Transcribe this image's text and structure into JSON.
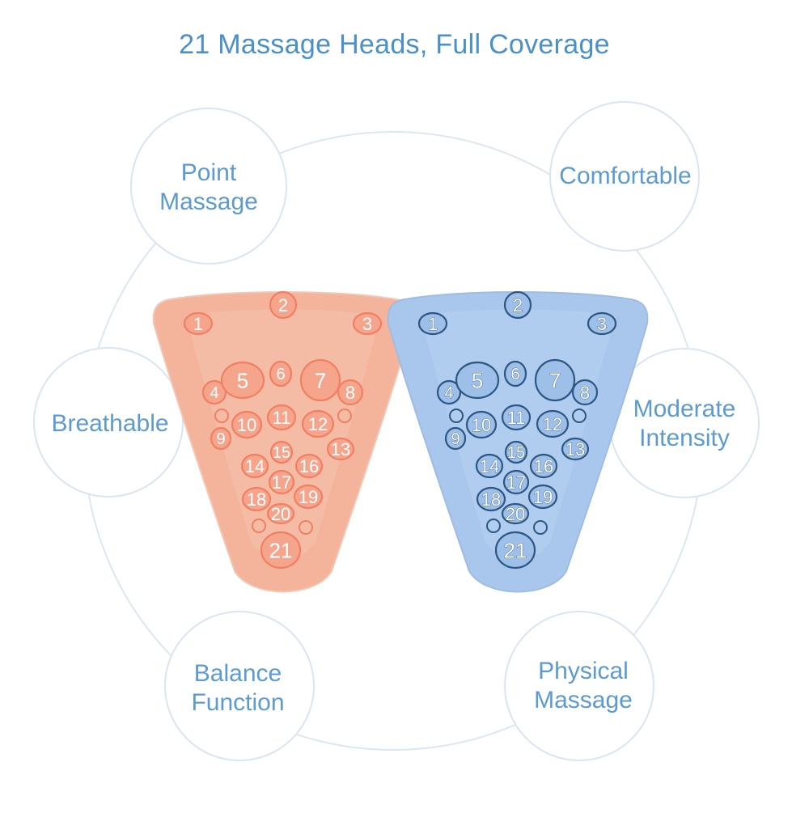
{
  "headline": "21 Massage Heads, Full Coverage",
  "colors": {
    "text": "#5b9bd1",
    "headline": "#4a90c9",
    "ring": "#d7e3ee",
    "pad_pink": "#f3b49b",
    "pad_blue": "#a9c7ec"
  },
  "features": {
    "point_massage": {
      "line1": "Point",
      "line2": "Massage"
    },
    "comfortable": {
      "line1": "Comfortable"
    },
    "breathable": {
      "line1": "Breathable"
    },
    "moderate_intensity": {
      "line1": "Moderate",
      "line2": "Intensity"
    },
    "balance_function": {
      "line1": "Balance",
      "line2": "Function"
    },
    "physical_massage": {
      "line1": "Physical",
      "line2": "Massage"
    }
  },
  "pads": [
    {
      "name": "pink-massage-pad",
      "color": "pink"
    },
    {
      "name": "blue-massage-pad",
      "color": "blue"
    }
  ],
  "massage_heads": [
    "1",
    "2",
    "3",
    "4",
    "5",
    "6",
    "7",
    "8",
    "9",
    "10",
    "11",
    "12",
    "13",
    "14",
    "15",
    "16",
    "17",
    "18",
    "19",
    "20",
    "21"
  ]
}
